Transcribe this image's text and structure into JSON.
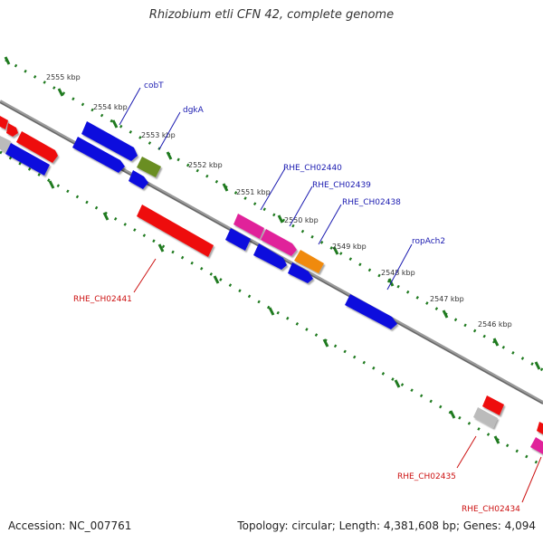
{
  "title": "Rhizobium etli CFN 42, complete genome",
  "footer": {
    "accession": "Accession: NC_007761",
    "summary": "Topology: circular; Length: 4,381,608 bp; Genes: 4,094"
  },
  "colors": {
    "background": "#ffffff",
    "backbone": "#808080",
    "tick": "#1f7a1f",
    "gene_blue": "#1010dd",
    "gene_red": "#ee1111",
    "gene_magenta": "#e0249a",
    "gene_orange": "#f08a10",
    "gene_olive": "#6b8e23",
    "gene_gray": "#bbbbbb",
    "label_forward": "#1a1ab0",
    "label_reverse": "#cc1111"
  },
  "kbp_labels": [
    "2555 kbp",
    "2554 kbp",
    "2553 kbp",
    "2552 kbp",
    "2551 kbp",
    "2550 kbp",
    "2549 kbp",
    "2548 kbp",
    "2547 kbp",
    "2546 kbp"
  ],
  "gene_labels": {
    "cobT": "cobT",
    "dgkA": "dgkA",
    "rhe_ch02440": "RHE_CH02440",
    "rhe_ch02439": "RHE_CH02439",
    "rhe_ch02438": "RHE_CH02438",
    "ropach2": "ropAch2",
    "rhe_ch02441": "RHE_CH02441",
    "rhe_ch02435": "RHE_CH02435",
    "rhe_ch02434": "RHE_CH02434"
  }
}
